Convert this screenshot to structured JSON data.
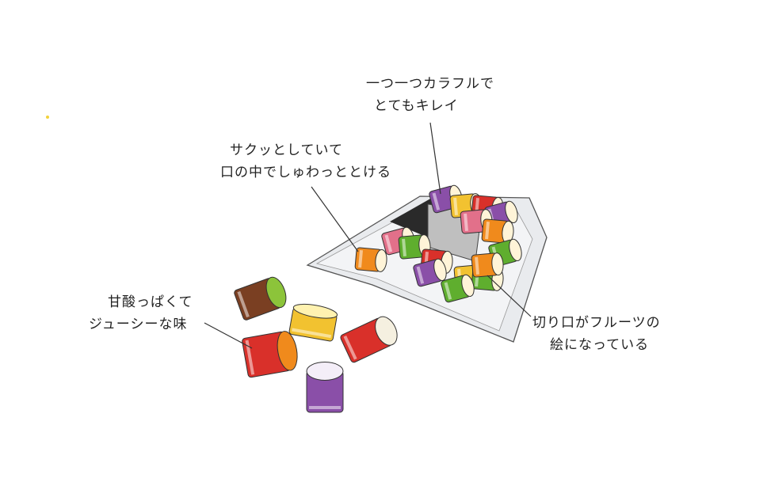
{
  "annotations": {
    "colorful": {
      "line1": "一つ一つカラフルで",
      "line2": "とてもキレイ"
    },
    "texture": {
      "line1": "サクッとしていて",
      "line2": "口の中でしゅわっととける"
    },
    "taste": {
      "line1": "甘酸っぱくて",
      "line2": "ジューシーな味"
    },
    "cut_surface": {
      "line1": "切り口がフルーツの",
      "line2": "絵になっている"
    }
  },
  "colors": {
    "red": "#d9302a",
    "orange": "#f08a1c",
    "yellow": "#f2c230",
    "green": "#5fae2e",
    "purple": "#8a4fa8",
    "pink": "#e2708a",
    "brown": "#7a3f22",
    "bag": "#e6e8ec"
  }
}
